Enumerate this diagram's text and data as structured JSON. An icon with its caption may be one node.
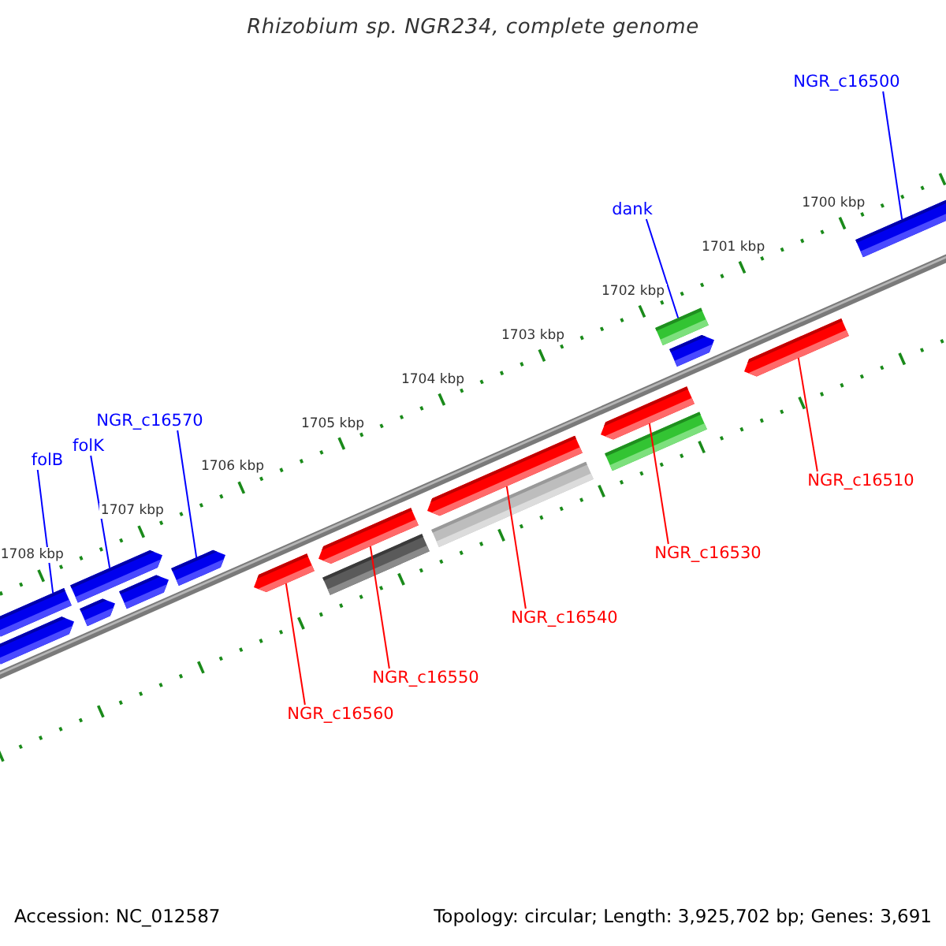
{
  "diagram": {
    "title": "Rhizobium sp. NGR234, complete genome",
    "nodes": [
      {
        "text": [
          "NGR_c16500"
        ]
      },
      {
        "text": [
          "dank"
        ]
      },
      {
        "text": [
          "NGR_c16570"
        ]
      },
      {
        "text": [
          "folK"
        ]
      },
      {
        "text": [
          "folB"
        ]
      },
      {
        "text": [
          "NGR_c16510"
        ]
      },
      {
        "text": [
          "NGR_c16530"
        ]
      },
      {
        "text": [
          "NGR_c16540"
        ]
      },
      {
        "text": [
          "NGR_c16550"
        ]
      },
      {
        "text": [
          "NGR_c16560"
        ]
      },
      {
        "text": [],
        "shape": "bar"
      },
      {
        "text": [],
        "shape": "bar"
      },
      {
        "text": [],
        "shape": "bar"
      },
      {
        "text": [],
        "shape": "bar"
      },
      {
        "text": [],
        "shape": "bar"
      },
      {
        "text": [],
        "shape": "bar"
      },
      {
        "text": [],
        "shape": "bar"
      },
      {
        "text": [],
        "shape": "bar"
      },
      {
        "text": [],
        "shape": "bar"
      },
      {
        "text": [],
        "shape": "bar"
      },
      {
        "text": [],
        "shape": "bar"
      },
      {
        "text": [],
        "shape": "bar"
      },
      {
        "text": [],
        "shape": "bar"
      },
      {
        "text": [],
        "shape": "bar"
      },
      {
        "text": [],
        "shape": "bar"
      },
      {
        "text": [],
        "shape": "bar"
      },
      {
        "text": [],
        "shape": "bar"
      }
    ],
    "edges": [
      {
        "from": 0,
        "to": 13,
        "arrow": "none",
        "color": "#0000ff"
      },
      {
        "from": 1,
        "to": 12,
        "arrow": "none",
        "color": "#0000ff"
      },
      {
        "from": 2,
        "to": 17,
        "arrow": "none",
        "color": "#0000ff"
      },
      {
        "from": 3,
        "to": 11,
        "arrow": "none",
        "color": "#0000ff"
      },
      {
        "from": 4,
        "to": 10,
        "arrow": "none",
        "color": "#0000ff"
      },
      {
        "from": 5,
        "to": 23,
        "arrow": "none",
        "color": "#ff0000"
      },
      {
        "from": 6,
        "to": 22,
        "arrow": "none",
        "color": "#ff0000"
      },
      {
        "from": 7,
        "to": 21,
        "arrow": "none",
        "color": "#ff0000"
      },
      {
        "from": 8,
        "to": 20,
        "arrow": "none",
        "color": "#ff0000"
      },
      {
        "from": 9,
        "to": 19,
        "arrow": "none",
        "color": "#ff0000"
      }
    ],
    "labels": [
      "1700 kbp",
      "1701 kbp",
      "1702 kbp",
      "1703 kbp",
      "1704 kbp",
      "1705 kbp",
      "1706 kbp",
      "1707 kbp",
      "1708 kbp",
      "Accession: NC_012587",
      "Topology: circular; Length: 3,925,702 bp; Genes: 3,691"
    ]
  }
}
